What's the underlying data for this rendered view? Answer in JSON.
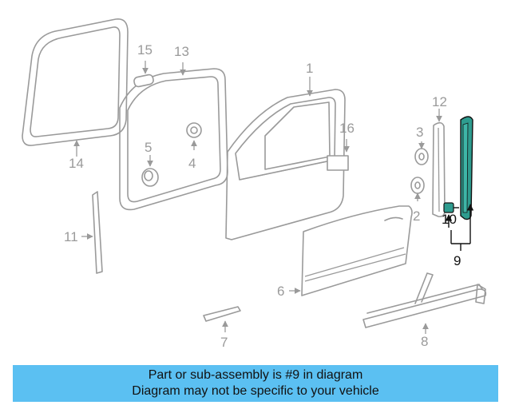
{
  "diagram": {
    "callouts": {
      "c1": "1",
      "c2": "2",
      "c3": "3",
      "c4": "4",
      "c5": "5",
      "c6": "6",
      "c7": "7",
      "c8": "8",
      "c9": "9",
      "c10": "10",
      "c11": "11",
      "c12": "12",
      "c13": "13",
      "c14": "14",
      "c15": "15",
      "c16": "16"
    },
    "highlight_color": "#2e9c8f",
    "highlighted_part": "9"
  },
  "banner": {
    "line1": "Part or sub-assembly is #9 in diagram",
    "line2": "Diagram may not be specific to your vehicle",
    "background": "#5bc0f2"
  }
}
